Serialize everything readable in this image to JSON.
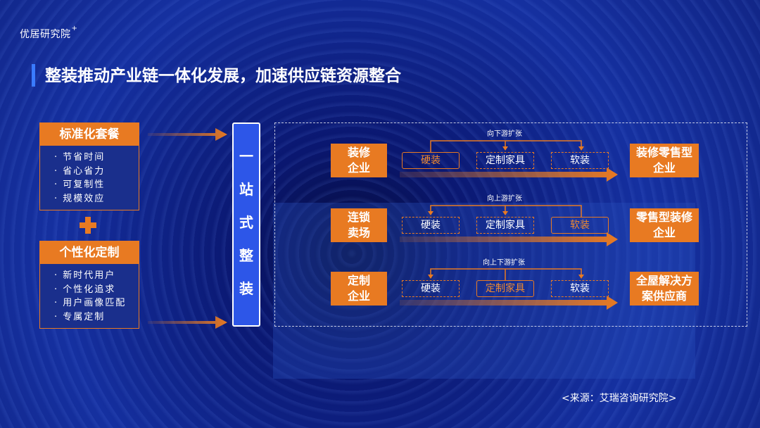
{
  "brand": {
    "name": "优居研究院",
    "mark": "+"
  },
  "title": "整装推动产业链一体化发展，加速供应链资源整合",
  "left_cards": [
    {
      "heading": "标准化套餐",
      "items": [
        "节省时间",
        "省心省力",
        "可复制性",
        "规模效应"
      ]
    },
    {
      "heading": "个性化定制",
      "items": [
        "新时代用户",
        "个性化追求",
        "用户画像匹配",
        "专属定制"
      ]
    }
  ],
  "one_stop": [
    "一",
    "站",
    "式",
    "整",
    "装"
  ],
  "rows": [
    {
      "enterprise": "装修企业",
      "direction": "向下游扩张",
      "segments": [
        {
          "label": "硬装",
          "highlight": true
        },
        {
          "label": "定制家具",
          "highlight": false
        },
        {
          "label": "软装",
          "highlight": false
        }
      ],
      "result": "装修零售型企业"
    },
    {
      "enterprise": "连锁卖场",
      "direction": "向上游扩张",
      "segments": [
        {
          "label": "硬装",
          "highlight": false
        },
        {
          "label": "定制家具",
          "highlight": false
        },
        {
          "label": "软装",
          "highlight": true
        }
      ],
      "result": "零售型装修企业"
    },
    {
      "enterprise": "定制企业",
      "direction": "向上下游扩张",
      "segments": [
        {
          "label": "硬装",
          "highlight": false
        },
        {
          "label": "定制家具",
          "highlight": true
        },
        {
          "label": "软装",
          "highlight": false
        }
      ],
      "result": "全屋解决方案供应商"
    }
  ],
  "source": "<来源：艾瑞咨询研究院>",
  "colors": {
    "accent": "#e87a22",
    "one_stop_fill": "#2d56e8",
    "title_bar": "#3a7bff",
    "background": "#0e1f7a"
  }
}
